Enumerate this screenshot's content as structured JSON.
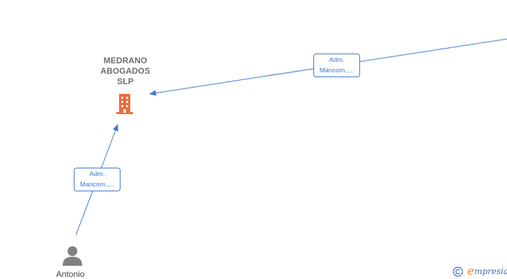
{
  "company": {
    "name": "MEDRANO\nABOGADOS\nSLP"
  },
  "edges": [
    {
      "label_line1": "Adm.",
      "label_line2": "Mancom.,..."
    },
    {
      "label_line1": "Adm.",
      "label_line2": "Mancom.,..."
    }
  ],
  "person": {
    "name": "Antonio"
  },
  "branding": {
    "copyright_symbol": "©",
    "logo_initial": "e",
    "logo_rest": "mpresia"
  },
  "colors": {
    "edge": "#3c78c8",
    "company_icon": "#f26a3a",
    "person_icon": "#808080",
    "text": "#6e6e6e"
  },
  "icons": {
    "company": "building-icon",
    "person": "person-icon"
  }
}
